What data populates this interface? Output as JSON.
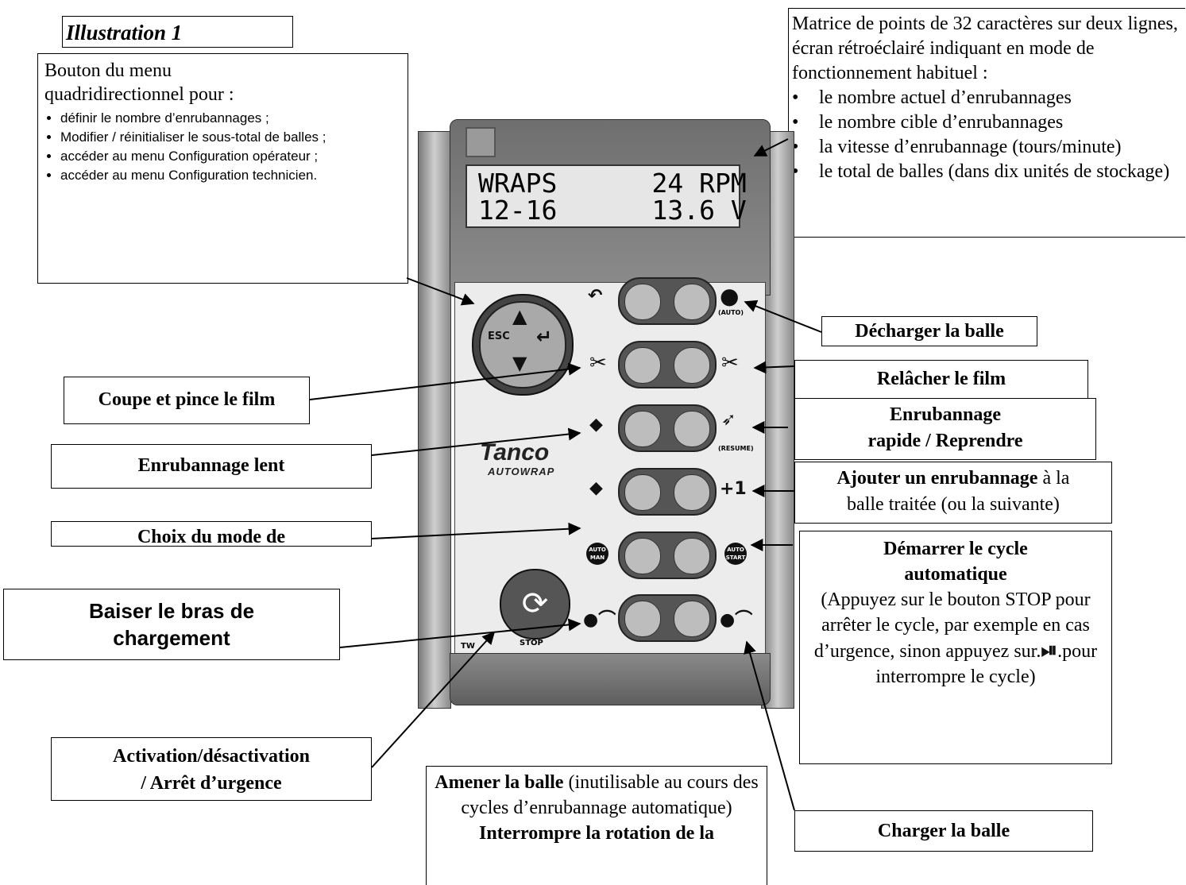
{
  "title": "Illustration 1",
  "menu_box": {
    "heading_line1": "Bouton du menu",
    "heading_line2": "quadridirectionnel pour :",
    "items": [
      "définir le nombre d’enrubannages ;",
      "Modifier / réinitialiser le sous-total de balles ;",
      "accéder au menu Configuration opérateur ;",
      "accéder au menu Configuration technicien."
    ]
  },
  "display_box": {
    "heading": "Matrice de points de 32 caractères sur deux lignes, écran rétroéclairé indiquant en mode de fonctionnement habituel :",
    "items": [
      "le nombre actuel d’enrubannages",
      "le nombre cible d’enrubannages",
      "la vitesse d’enrubannage (tours/minute)",
      "le total de balles (dans dix unités de stockage)"
    ]
  },
  "lcd": {
    "line1": "WRAPS      24 RPM",
    "line2": "12-16      13.6 V"
  },
  "labels": {
    "decharger": "Décharger la balle",
    "relacher": "Relâcher le film",
    "rapide_line1": "Enrubannage",
    "rapide_line2": "rapide / Reprendre",
    "ajouter_bold": "Ajouter un enrubannage",
    "ajouter_rest1": " à la",
    "ajouter_rest2": "balle traitée (ou la suivante)",
    "demarrer_line1": "Démarrer le cycle",
    "demarrer_line2": "automatique",
    "demarrer_p1": "(Appuyez sur le bouton STOP pour arrêter le cycle, par exemple en cas d’urgence, sinon appuyez sur.",
    "demarrer_p2": ".pour interrompre le cycle)",
    "coupe": "Coupe et pince le film",
    "lent": "Enrubannage lent",
    "choix": "Choix du mode de",
    "baiser_line1": "Baiser le bras de",
    "baiser_line2": "chargement",
    "activation_line1": "Activation/désactivation",
    "activation_line2": "/ Arrêt d’urgence",
    "amener_bold": "Amener la balle",
    "amener_rest": " (inutilisable au cours des cycles d’enrubannage automatique)",
    "interrompre": "Interrompre la rotation de la",
    "charger": "Charger la balle"
  },
  "device": {
    "esc": "ESC",
    "stop": "STOP",
    "auto": "(AUTO)",
    "resume": "(RESUME)",
    "plus_one": "+1",
    "auto_man": "AUTO MAN",
    "auto_start": "AUTO START",
    "brand": "Tanco",
    "brand_sub": "AUTOWRAP",
    "tw": "TW"
  }
}
